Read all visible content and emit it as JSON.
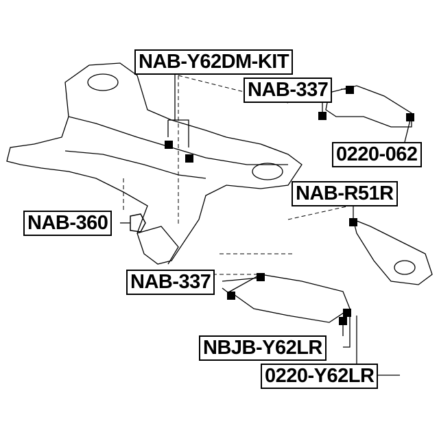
{
  "labels": {
    "kit": "NAB-Y62DM-KIT",
    "nab337_top": "NAB-337",
    "p0220_062": "0220-062",
    "nab_r51r": "NAB-R51R",
    "nab360": "NAB-360",
    "nab337_bottom": "NAB-337",
    "nbjb": "NBJB-Y62LR",
    "p0220_y62lr": "0220-Y62LR"
  }
}
